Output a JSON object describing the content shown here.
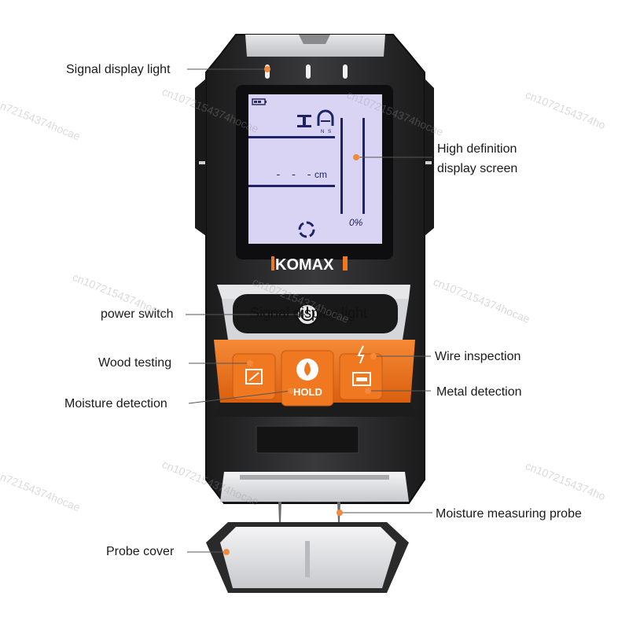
{
  "brand": "KOMAX",
  "screen": {
    "unit": "cm",
    "percent": "0%",
    "dashes": "- - -"
  },
  "buttons": {
    "hold": "HOLD"
  },
  "overlay_text": "Signal display light",
  "labels": {
    "signal_display_light": "Signal display light",
    "high_definition_line1": "High definition",
    "high_definition_line2": "display screen",
    "power_switch": "power switch",
    "wood_testing": "Wood testing",
    "wire_inspection": "Wire inspection",
    "moisture_detection": "Moisture detection",
    "metal_detection": "Metal detection",
    "moisture_probe": "Moisture measuring probe",
    "probe_cover": "Probe cover"
  },
  "watermarks": [
    "cn1072154374hocae",
    "cn1072154374hocae",
    "cn1072154374ho",
    "n72154374hocae",
    "cn1072154374hocae",
    "cn1072154374hocae",
    "cn1072154374hocae",
    "cn1072154374hocae",
    "cn1072154374ho",
    "n72154374hocae"
  ],
  "colors": {
    "body_dark": "#2b2b2d",
    "body_black": "#161617",
    "accent_orange": "#f07820",
    "screen_lavender": "#d9d4f4",
    "silver": "#dcdcde",
    "pointer_dot": "#f08a3c"
  }
}
